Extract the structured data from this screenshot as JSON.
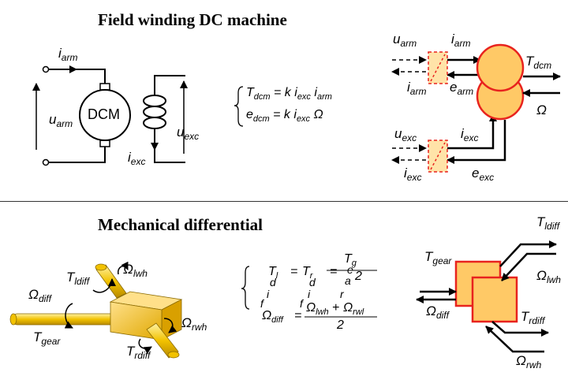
{
  "section1": {
    "title": "Field winding DC machine"
  },
  "section2": {
    "title": "Mechanical differential"
  },
  "motor": {
    "label": "DCM"
  },
  "labels": {
    "i_arm_left": {
      "base": "i",
      "sub": "arm"
    },
    "u_arm_left": {
      "base": "u",
      "sub": "arm"
    },
    "u_exc_left": {
      "base": "u",
      "sub": "exc"
    },
    "i_exc_left": {
      "base": "i",
      "sub": "exc"
    },
    "u_arm_emr": {
      "base": "u",
      "sub": "arm"
    },
    "i_arm_emr_top": {
      "base": "i",
      "sub": "arm"
    },
    "i_arm_emr_bottom": {
      "base": "i",
      "sub": "arm"
    },
    "e_arm_emr": {
      "base": "e",
      "sub": "arm"
    },
    "T_dcm_emr": {
      "base": "T",
      "sub": "dcm"
    },
    "omega_emr": {
      "base": "Ω",
      "sub": ""
    },
    "u_exc_emr": {
      "base": "u",
      "sub": "exc"
    },
    "i_exc_emr_top": {
      "base": "i",
      "sub": "exc"
    },
    "i_exc_emr_bottom": {
      "base": "i",
      "sub": "exc"
    },
    "e_exc_emr": {
      "base": "e",
      "sub": "exc"
    },
    "T_ldiff_3d": {
      "base": "T",
      "sub": "ldiff"
    },
    "omega_lwh_3d": {
      "base": "Ω",
      "sub": "lwh"
    },
    "omega_diff_3d": {
      "base": "Ω",
      "sub": "diff"
    },
    "omega_rwh_3d": {
      "base": "Ω",
      "sub": "rwh"
    },
    "T_gear_3d": {
      "base": "T",
      "sub": "gear"
    },
    "T_rdiff_3d": {
      "base": "T",
      "sub": "rdiff"
    },
    "T_ldiff_emr": {
      "base": "T",
      "sub": "ldiff"
    },
    "T_gear_emr": {
      "base": "T",
      "sub": "gear"
    },
    "omega_lwh_emr": {
      "base": "Ω",
      "sub": "lwh"
    },
    "omega_diff_emr": {
      "base": "Ω",
      "sub": "diff"
    },
    "T_rdiff_emr": {
      "base": "T",
      "sub": "rdiff"
    },
    "omega_rwh_emr": {
      "base": "Ω",
      "sub": "rwh"
    }
  },
  "equations_dcm": {
    "line1": {
      "lhs": "T",
      "lhs_sub": "dcm",
      "rhs1": "= k ",
      "i1": "i",
      "i1_sub": "exc",
      "i2": "i",
      "i2_sub": "arm"
    },
    "line2": {
      "lhs": "e",
      "lhs_sub": "dcm",
      "rhs1": "= k ",
      "i1": "i",
      "i1_sub": "exc",
      "tail": "Ω"
    }
  },
  "equations_diff": {
    "r1_a": "T",
    "r1_a_sub": "l",
    "r1_b": "=",
    "r1_c": "T",
    "r1_c_sub": "r",
    "r1_d": "=",
    "r1_frac_num": "T",
    "r1_frac_num_sub": "g",
    "r1_frac_den": "2",
    "frag_d1": "d",
    "frag_d2": "d",
    "frag_e": "e",
    "frag_a": "a",
    "frag_i1": "i",
    "frag_i2": "i",
    "frag_r": "r",
    "frag_f1": "f",
    "frag_f2": "f",
    "r4_lhs": "Ω",
    "r4_lhs_sub": "diff",
    "r4_eq": "=",
    "r4_num1": "Ω",
    "r4_num1_sub": "lwh",
    "r4_plus": "+",
    "r4_num2": "Ω",
    "r4_num2_sub": "rwl",
    "r4_den": "2"
  },
  "colors": {
    "orange_fill": "#FFC966",
    "orange_light": "#FFE3A8",
    "red_border": "#E8231E",
    "shaft": "#F2C200"
  }
}
